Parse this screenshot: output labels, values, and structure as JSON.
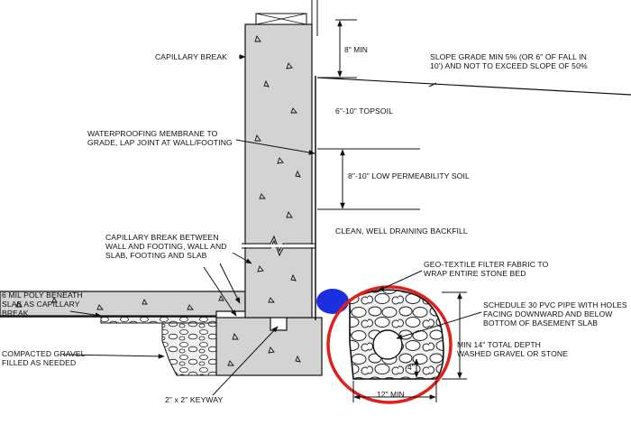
{
  "labels": {
    "capillary_break": "CAPILLARY BREAK",
    "dim_8_min": "8\" MIN",
    "slope_grade": "SLOPE GRADE MIN 5% (OR 6\" OF FALL IN\n10') AND NOT TO EXCEED SLOPE OF 50%",
    "topsoil": "6\"-10\" TOPSOIL",
    "waterproofing": "WATERPROOFING MEMBRANE TO\nGRADE, LAP JOINT AT WALL/FOOTING",
    "low_perm_soil": "8\"-10\" LOW PERMEABILITY SOIL",
    "capillary_break_between": "CAPILLARY BREAK BETWEEN\nWALL AND FOOTING, WALL AND\nSLAB, FOOTING AND SLAB",
    "backfill": "CLEAN, WELL DRAINING BACKFILL",
    "geotextile": "GEO-TEXTILE FILTER FABRIC TO\nWRAP ENTIRE STONE BED",
    "poly": "6 MIL POLY BENEATH\nSLAB AS CAPILLARY\nBREAK",
    "pvc_pipe": "SCHEDULE 30 PVC PIPE WITH HOLES\nFACING DOWNWARD AND BELOW\nBOTTOM OF BASEMENT SLAB",
    "total_depth": "MIN 14\" TOTAL DEPTH\nWASHED GRAVEL OR STONE",
    "compacted_gravel": "COMPACTED GRAVEL\nFILLED AS NEEDED",
    "dim_4": "4\"",
    "dim_12_min": "12\" MIN",
    "keyway": "2\" x 2\" KEYWAY"
  },
  "colors": {
    "concrete": "#d3d3d3",
    "line": "#111111",
    "highlight_circle": "#e0201a",
    "highlight_dot": "#1b2fe0",
    "gravel_fill": "#e8e8e8"
  }
}
